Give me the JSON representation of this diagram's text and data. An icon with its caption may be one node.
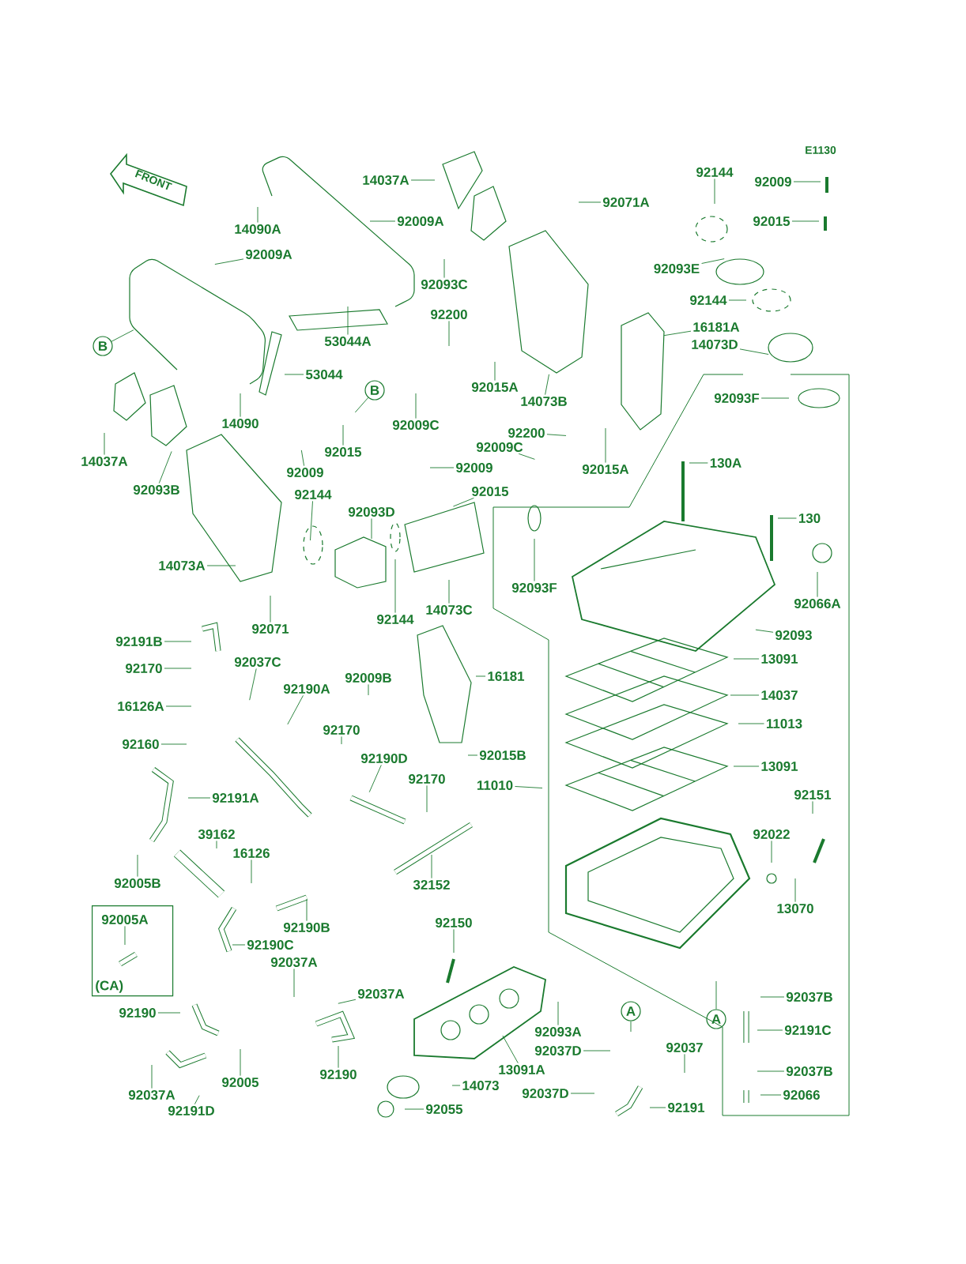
{
  "diagram": {
    "nodes": [
      {
        "text": [
          "14037A"
        ]
      },
      {
        "text": [
          "92009A"
        ]
      },
      {
        "text": [
          "14090A"
        ]
      },
      {
        "text": [
          "92009A"
        ]
      },
      {
        "text": [
          "53044A"
        ]
      },
      {
        "text": [
          "B"
        ]
      },
      {
        "text": [
          "53044"
        ]
      },
      {
        "text": [
          "14090"
        ]
      },
      {
        "text": [
          "92200"
        ]
      },
      {
        "text": [
          "B"
        ]
      },
      {
        "text": [
          "92015"
        ]
      },
      {
        "text": [
          "92009C"
        ]
      },
      {
        "text": [
          "14037A"
        ]
      },
      {
        "text": [
          "92093B"
        ]
      },
      {
        "text": [
          "92009"
        ]
      },
      {
        "text": [
          "92144"
        ]
      },
      {
        "text": [
          "92093D"
        ]
      },
      {
        "text": [
          "92144"
        ]
      },
      {
        "text": [
          "92009"
        ]
      },
      {
        "text": [
          "92071A"
        ]
      },
      {
        "text": [
          "92015"
        ]
      },
      {
        "text": [
          "92093C"
        ]
      },
      {
        "text": [
          "92093E"
        ]
      },
      {
        "text": [
          "92144"
        ]
      },
      {
        "text": [
          "16181A"
        ]
      },
      {
        "text": [
          "14073D"
        ]
      },
      {
        "text": [
          "92015A"
        ]
      },
      {
        "text": [
          "14073B"
        ]
      },
      {
        "text": [
          "92093F"
        ]
      },
      {
        "text": [
          "92200"
        ]
      },
      {
        "text": [
          "92009C"
        ]
      },
      {
        "text": [
          "92015A"
        ]
      },
      {
        "text": [
          "92009"
        ]
      },
      {
        "text": [
          "92015"
        ]
      },
      {
        "text": [
          "130A"
        ]
      },
      {
        "text": [
          "130"
        ]
      },
      {
        "text": [
          "14073A"
        ]
      },
      {
        "text": [
          "92071"
        ]
      },
      {
        "text": [
          "92144"
        ]
      },
      {
        "text": [
          "14073C"
        ]
      },
      {
        "text": [
          "92093F"
        ]
      },
      {
        "text": [
          "92066A"
        ]
      },
      {
        "text": [
          "92093"
        ]
      },
      {
        "text": [
          "92191B"
        ]
      },
      {
        "text": [
          "13091"
        ]
      },
      {
        "text": [
          "92037C"
        ]
      },
      {
        "text": [
          "92170"
        ]
      },
      {
        "text": [
          "16181"
        ]
      },
      {
        "text": [
          "92009B"
        ]
      },
      {
        "text": [
          "92190A"
        ]
      },
      {
        "text": [
          "14037"
        ]
      },
      {
        "text": [
          "16126A"
        ]
      },
      {
        "text": [
          "11013"
        ]
      },
      {
        "text": [
          "92170"
        ]
      },
      {
        "text": [
          "92160"
        ]
      },
      {
        "text": [
          "92190D"
        ]
      },
      {
        "text": [
          "92015B"
        ]
      },
      {
        "text": [
          "13091"
        ]
      },
      {
        "text": [
          "92170"
        ]
      },
      {
        "text": [
          "11010"
        ]
      },
      {
        "text": [
          "92151"
        ]
      },
      {
        "text": [
          "92191A"
        ]
      },
      {
        "text": [
          "39162"
        ]
      },
      {
        "text": [
          "92022"
        ]
      },
      {
        "text": [
          "16126"
        ]
      },
      {
        "text": [
          "92005B"
        ]
      },
      {
        "text": [
          "32152"
        ]
      },
      {
        "text": [
          "13070"
        ]
      },
      {
        "text": [
          "(CA)"
        ]
      },
      {
        "text": [
          "92005A"
        ],
        "in": 68
      },
      {
        "text": [
          "92150"
        ]
      },
      {
        "text": [
          "92190B"
        ]
      },
      {
        "text": [
          "92190C"
        ]
      },
      {
        "text": [
          "92037A"
        ]
      },
      {
        "text": [
          "92037A"
        ]
      },
      {
        "text": [
          "92037B"
        ]
      },
      {
        "text": [
          "A"
        ]
      },
      {
        "text": [
          "92190"
        ]
      },
      {
        "text": [
          "A"
        ]
      },
      {
        "text": [
          "92191C"
        ]
      },
      {
        "text": [
          "92093A"
        ]
      },
      {
        "text": [
          "92037"
        ]
      },
      {
        "text": [
          "92037D"
        ]
      },
      {
        "text": [
          "13091A"
        ]
      },
      {
        "text": [
          "92037B"
        ]
      },
      {
        "text": [
          "92190"
        ]
      },
      {
        "text": [
          "92005"
        ]
      },
      {
        "text": [
          "14073"
        ]
      },
      {
        "text": [
          "92037D"
        ]
      },
      {
        "text": [
          "92066"
        ]
      },
      {
        "text": [
          "92037A"
        ]
      },
      {
        "text": [
          "92191"
        ]
      },
      {
        "text": [
          "92055"
        ]
      },
      {
        "text": [
          "92191D"
        ]
      }
    ],
    "edges": [
      {
        "from": 0,
        "to": null,
        "arrow": "none"
      },
      {
        "from": 1,
        "to": null,
        "arrow": "none"
      },
      {
        "from": 2,
        "to": null,
        "arrow": "none"
      },
      {
        "from": 3,
        "to": null,
        "arrow": "none"
      },
      {
        "from": 4,
        "to": null,
        "arrow": "none"
      },
      {
        "from": 5,
        "to": null,
        "arrow": "none"
      },
      {
        "from": 6,
        "to": null,
        "arrow": "none"
      },
      {
        "from": 7,
        "to": null,
        "arrow": "none"
      },
      {
        "from": 8,
        "to": null,
        "arrow": "none"
      },
      {
        "from": 9,
        "to": null,
        "arrow": "none"
      },
      {
        "from": 10,
        "to": null,
        "arrow": "none"
      },
      {
        "from": 11,
        "to": null,
        "arrow": "none"
      },
      {
        "from": 12,
        "to": null,
        "arrow": "none"
      },
      {
        "from": 13,
        "to": null,
        "arrow": "none"
      },
      {
        "from": 14,
        "to": null,
        "arrow": "none"
      },
      {
        "from": 15,
        "to": null,
        "arrow": "none"
      },
      {
        "from": 16,
        "to": null,
        "arrow": "none"
      },
      {
        "from": 17,
        "to": null,
        "arrow": "none"
      },
      {
        "from": 18,
        "to": null,
        "arrow": "none"
      },
      {
        "from": 19,
        "to": null,
        "arrow": "none"
      },
      {
        "from": 20,
        "to": null,
        "arrow": "none"
      },
      {
        "from": 21,
        "to": null,
        "arrow": "none"
      },
      {
        "from": 22,
        "to": null,
        "arrow": "none"
      },
      {
        "from": 23,
        "to": null,
        "arrow": "none"
      },
      {
        "from": 24,
        "to": null,
        "arrow": "none"
      },
      {
        "from": 25,
        "to": null,
        "arrow": "none"
      },
      {
        "from": 26,
        "to": null,
        "arrow": "none"
      },
      {
        "from": 27,
        "to": null,
        "arrow": "none"
      },
      {
        "from": 28,
        "to": null,
        "arrow": "none"
      },
      {
        "from": 29,
        "to": null,
        "arrow": "none"
      },
      {
        "from": 30,
        "to": null,
        "arrow": "none"
      },
      {
        "from": 31,
        "to": null,
        "arrow": "none"
      },
      {
        "from": 32,
        "to": null,
        "arrow": "none"
      },
      {
        "from": 33,
        "to": null,
        "arrow": "none"
      },
      {
        "from": 34,
        "to": null,
        "arrow": "none"
      },
      {
        "from": 35,
        "to": null,
        "arrow": "none"
      },
      {
        "from": 36,
        "to": null,
        "arrow": "none"
      },
      {
        "from": 37,
        "to": null,
        "arrow": "none"
      },
      {
        "from": 38,
        "to": null,
        "arrow": "none"
      },
      {
        "from": 39,
        "to": null,
        "arrow": "none"
      },
      {
        "from": 40,
        "to": null,
        "arrow": "none"
      },
      {
        "from": 41,
        "to": null,
        "arrow": "none"
      },
      {
        "from": 42,
        "to": null,
        "arrow": "none"
      },
      {
        "from": 43,
        "to": null,
        "arrow": "none"
      },
      {
        "from": 44,
        "to": null,
        "arrow": "none"
      },
      {
        "from": 45,
        "to": null,
        "arrow": "none"
      },
      {
        "from": 46,
        "to": null,
        "arrow": "none"
      },
      {
        "from": 47,
        "to": null,
        "arrow": "none"
      },
      {
        "from": 48,
        "to": null,
        "arrow": "none"
      },
      {
        "from": 49,
        "to": null,
        "arrow": "none"
      },
      {
        "from": 50,
        "to": null,
        "arrow": "none"
      },
      {
        "from": 51,
        "to": null,
        "arrow": "none"
      },
      {
        "from": 52,
        "to": null,
        "arrow": "none"
      },
      {
        "from": 53,
        "to": null,
        "arrow": "none"
      },
      {
        "from": 54,
        "to": null,
        "arrow": "none"
      },
      {
        "from": 55,
        "to": null,
        "arrow": "none"
      },
      {
        "from": 56,
        "to": null,
        "arrow": "none"
      },
      {
        "from": 57,
        "to": null,
        "arrow": "none"
      },
      {
        "from": 58,
        "to": null,
        "arrow": "none"
      },
      {
        "from": 59,
        "to": null,
        "arrow": "none"
      },
      {
        "from": 60,
        "to": null,
        "arrow": "none"
      },
      {
        "from": 61,
        "to": null,
        "arrow": "none"
      },
      {
        "from": 62,
        "to": null,
        "arrow": "none"
      },
      {
        "from": 63,
        "to": null,
        "arrow": "none"
      },
      {
        "from": 64,
        "to": null,
        "arrow": "none"
      },
      {
        "from": 65,
        "to": null,
        "arrow": "none"
      },
      {
        "from": 66,
        "to": null,
        "arrow": "none"
      },
      {
        "from": 67,
        "to": null,
        "arrow": "none"
      },
      {
        "from": 69,
        "to": null,
        "arrow": "none"
      },
      {
        "from": 70,
        "to": null,
        "arrow": "none"
      },
      {
        "from": 71,
        "to": null,
        "arrow": "none"
      },
      {
        "from": 72,
        "to": null,
        "arrow": "none"
      },
      {
        "from": 73,
        "to": null,
        "arrow": "none"
      },
      {
        "from": 74,
        "to": null,
        "arrow": "none"
      },
      {
        "from": 75,
        "to": null,
        "arrow": "none"
      },
      {
        "from": 76,
        "to": null,
        "arrow": "none"
      },
      {
        "from": 77,
        "to": null,
        "arrow": "none"
      },
      {
        "from": 78,
        "to": null,
        "arrow": "none"
      },
      {
        "from": 79,
        "to": null,
        "arrow": "none"
      },
      {
        "from": 80,
        "to": null,
        "arrow": "none"
      },
      {
        "from": 81,
        "to": null,
        "arrow": "none"
      },
      {
        "from": 82,
        "to": null,
        "arrow": "none"
      },
      {
        "from": 83,
        "to": null,
        "arrow": "none"
      },
      {
        "from": 84,
        "to": null,
        "arrow": "none"
      },
      {
        "from": 85,
        "to": null,
        "arrow": "none"
      },
      {
        "from": 86,
        "to": null,
        "arrow": "none"
      },
      {
        "from": 87,
        "to": null,
        "arrow": "none"
      },
      {
        "from": 88,
        "to": null,
        "arrow": "none"
      },
      {
        "from": 89,
        "to": null,
        "arrow": "none"
      },
      {
        "from": 90,
        "to": null,
        "arrow": "none"
      },
      {
        "from": 91,
        "to": null,
        "arrow": "none"
      },
      {
        "from": 92,
        "to": null,
        "arrow": "none"
      },
      {
        "from": 93,
        "to": null,
        "arrow": "none"
      }
    ],
    "labels": [
      "FRONT",
      "E1130"
    ]
  }
}
